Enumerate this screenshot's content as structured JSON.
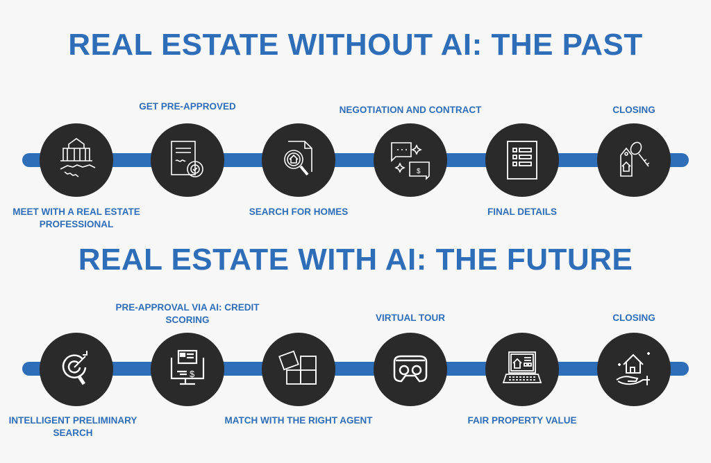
{
  "colors": {
    "accent": "#2e6db8",
    "node_fill": "#2a2a2a",
    "icon_stroke": "#ffffff",
    "background": "#f7f7f7"
  },
  "past": {
    "title": "REAL ESTATE WITHOUT AI: THE PAST",
    "steps": [
      {
        "label": "MEET WITH A REAL ESTATE PROFESSIONAL",
        "label_position": "below",
        "icon": "house-handshake-icon"
      },
      {
        "label": "GET PRE-APPROVED",
        "label_position": "above",
        "icon": "certificate-approved-icon"
      },
      {
        "label": "SEARCH FOR HOMES",
        "label_position": "below",
        "icon": "search-house-document-icon"
      },
      {
        "label": "NEGOTIATION AND CONTRACT",
        "label_position": "above",
        "icon": "chat-dollar-icon"
      },
      {
        "label": "FINAL DETAILS",
        "label_position": "below",
        "icon": "checklist-document-icon"
      },
      {
        "label": "CLOSING",
        "label_position": "above",
        "icon": "house-key-tag-icon"
      }
    ]
  },
  "future": {
    "title": "REAL ESTATE WITH AI: THE FUTURE",
    "steps": [
      {
        "label": "INTELLIGENT PRELIMINARY SEARCH",
        "label_position": "below",
        "icon": "target-search-icon"
      },
      {
        "label": "PRE-APPROVAL VIA AI: CREDIT SCORING",
        "label_position": "above",
        "icon": "monitor-credit-card-icon"
      },
      {
        "label": "MATCH WITH THE RIGHT AGENT",
        "label_position": "below",
        "icon": "puzzle-icon"
      },
      {
        "label": "VIRTUAL TOUR",
        "label_position": "above",
        "icon": "vr-headset-icon"
      },
      {
        "label": "FAIR PROPERTY VALUE",
        "label_position": "below",
        "icon": "laptop-listing-icon"
      },
      {
        "label": "CLOSING",
        "label_position": "above",
        "icon": "hand-house-icon"
      }
    ]
  }
}
